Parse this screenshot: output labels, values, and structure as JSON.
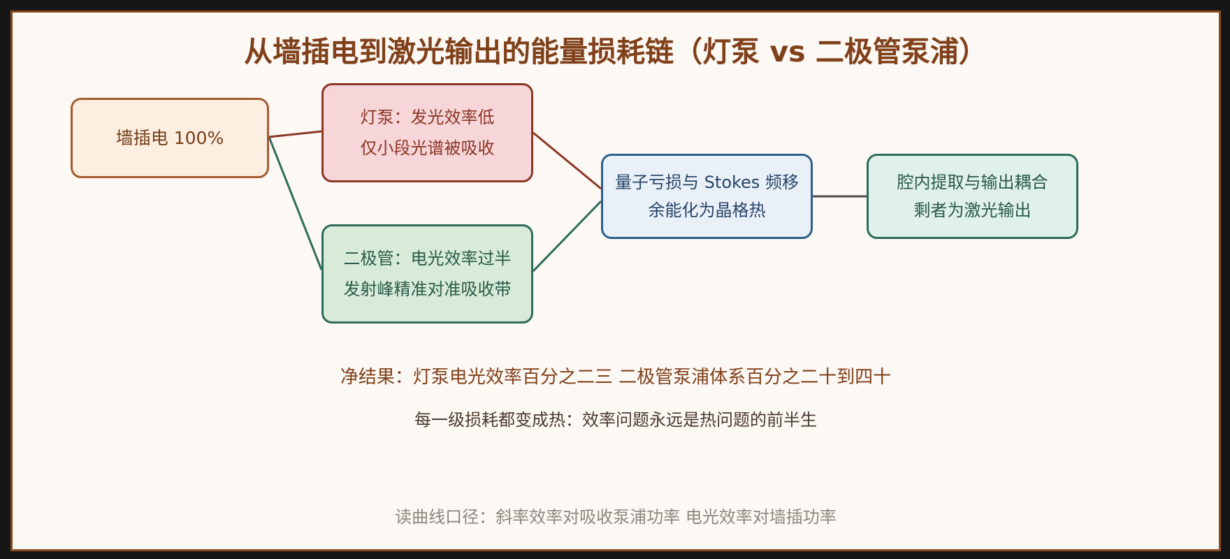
{
  "title": "从墙插电到激光输出的能量损耗链（灯泵 vs 二极管泵浦）",
  "nodes": {
    "wall": [
      "墙插电 100%"
    ],
    "lamp": [
      "灯泵：发光效率低",
      "仅小段光谱被吸收"
    ],
    "diode": [
      "二极管：电光效率过半",
      "发射峰精准对准吸收带"
    ],
    "quantum": [
      "量子亏损与 Stokes 频移",
      "余能化为晶格热"
    ],
    "cavity": [
      "腔内提取与输出耦合",
      "剩者为激光输出"
    ]
  },
  "notes": {
    "net_result": "净结果：灯泵电光效率百分之二三 二极管泵浦体系百分之二十到四十",
    "heat": "每一级损耗都变成热：效率问题永远是热问题的前半生",
    "reading": "读曲线口径：斜率效率对吸收泵浦功率 电光效率对墙插功率"
  },
  "colors": {
    "lamp_path": "#8c3626",
    "diode_path": "#2e6b5a",
    "output_path": "#4a4a4a",
    "frame": "#8b4a20"
  }
}
